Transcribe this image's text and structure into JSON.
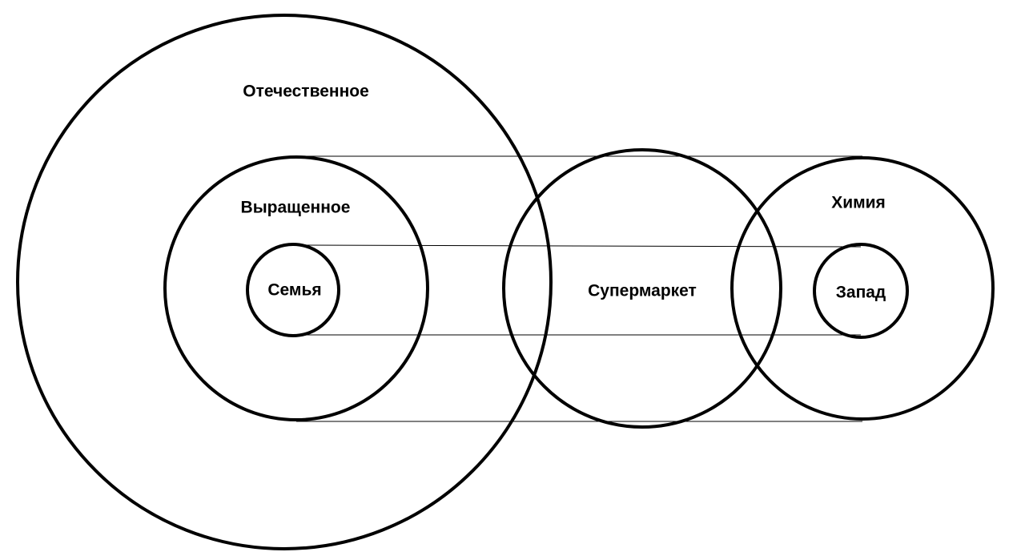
{
  "colors": {
    "stroke": "#000000",
    "text": "#000000",
    "background": "#ffffff"
  },
  "labels": {
    "domestic": "Отечественное",
    "grown": "Выращенное",
    "family": "Семья",
    "supermarket": "Супермаркет",
    "chemistry": "Химия",
    "west": "Запад"
  }
}
